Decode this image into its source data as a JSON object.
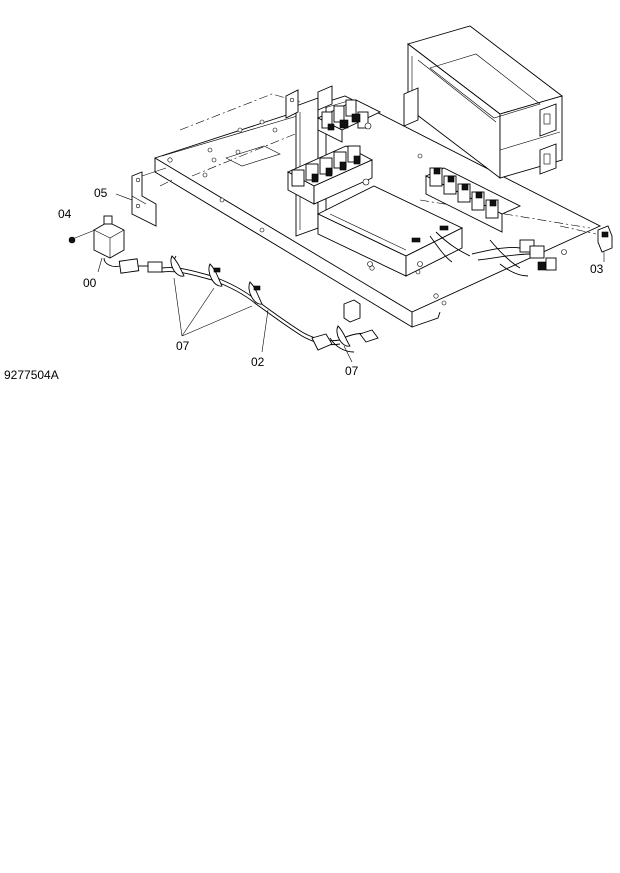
{
  "diagram": {
    "figure_id": "9277504A",
    "callouts": {
      "c04": "04",
      "c05": "05",
      "c00": "00",
      "c07a": "07",
      "c02": "02",
      "c07b": "07",
      "c03": "03"
    }
  }
}
